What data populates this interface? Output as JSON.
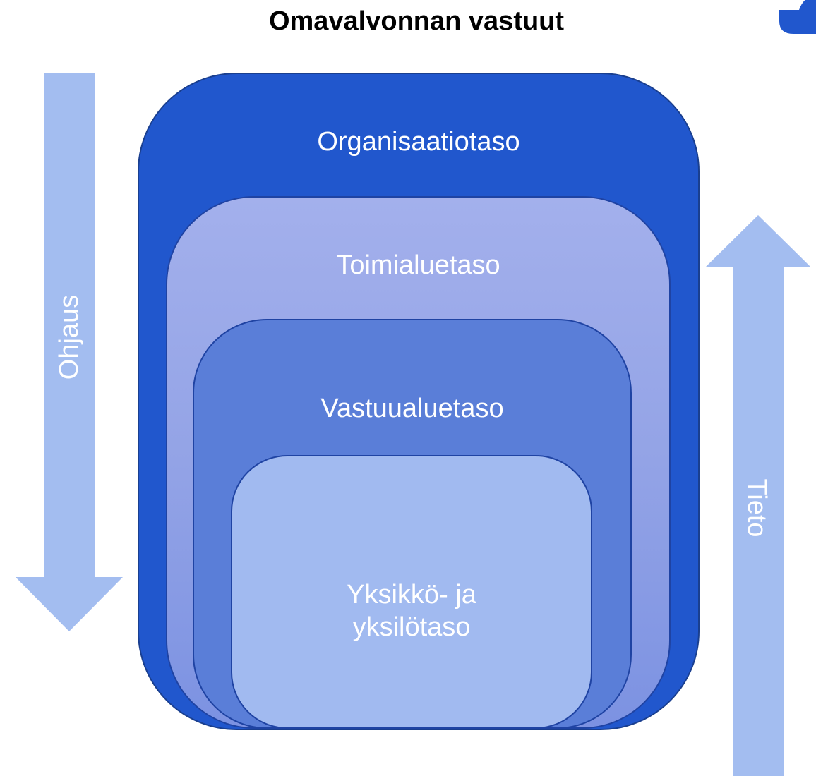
{
  "title": "Omavalvonnan vastuut",
  "levels": {
    "organization": "Organisaatiotaso",
    "division": "Toimialuetaso",
    "responsibility_area": "Vastuualuetaso",
    "unit_individual": "Yksikkö- ja\nyksilötaso"
  },
  "arrows": {
    "left": {
      "label": "Ohjaus",
      "direction": "down"
    },
    "right": {
      "label": "Tieto",
      "direction": "up"
    }
  },
  "colors": {
    "organization": "#2157cd",
    "division": "#97a7e8",
    "responsibility_area": "#5a7ed8",
    "unit_individual": "#a1baf0",
    "arrow": "#a3bdf0"
  }
}
